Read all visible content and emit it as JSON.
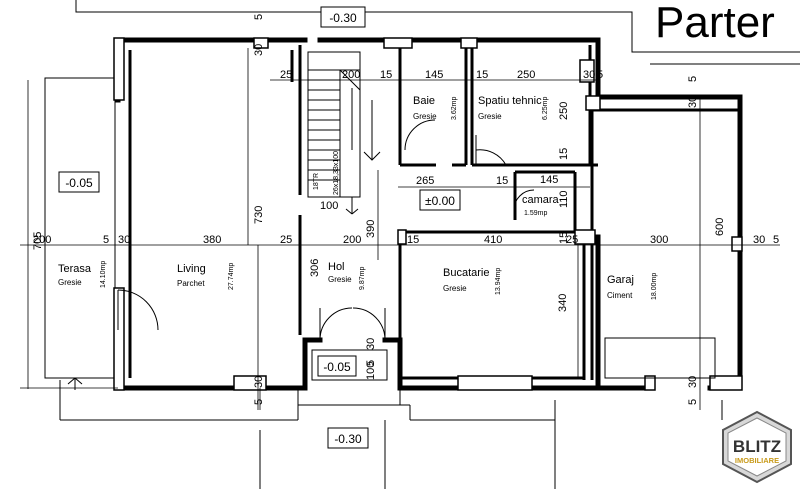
{
  "title": "Parter",
  "levels": {
    "top": "-0.30",
    "bottom": "-0.30",
    "terrace": "-0.05",
    "entrance": "-0.05",
    "hall": "±0.00"
  },
  "rooms": {
    "terasa": {
      "name": "Terasa",
      "floor": "Gresie",
      "area": "14.10mp"
    },
    "living": {
      "name": "Living",
      "floor": "Parchet",
      "area": "27.74mp"
    },
    "hol": {
      "name": "Hol",
      "floor": "Gresie",
      "area": "9.87mp"
    },
    "baie": {
      "name": "Baie",
      "floor": "Gresie",
      "area": "3.62mp"
    },
    "spatiu": {
      "name": "Spatiu tehnic",
      "floor": "Gresie",
      "area": "6.25mp"
    },
    "camara": {
      "name": "camara",
      "area": "1.59mp"
    },
    "bucatarie": {
      "name": "Bucatarie",
      "floor": "Gresie",
      "area": "13.94mp"
    },
    "garaj": {
      "name": "Garaj",
      "floor": "Ciment",
      "area": "18.00mp"
    }
  },
  "stairs": {
    "label1": "18TR",
    "label2": "26x18,33x100",
    "width": "100"
  },
  "dims": {
    "d200a": "200",
    "d5a": "5",
    "d30a": "30",
    "d380": "380",
    "d25a": "25",
    "d200b": "200",
    "d15a": "15",
    "d410": "410",
    "d25b": "25",
    "d300": "300",
    "d30b": "30",
    "d5b": "5",
    "d705": "705",
    "d730": "730",
    "d390": "390",
    "d306": "306",
    "d340": "340",
    "d600": "600",
    "d25c": "25",
    "d200c": "200",
    "d15b": "15",
    "d145a": "145",
    "d15c": "15",
    "d250a": "250",
    "d30c": "30",
    "d5c": "5",
    "d265": "265",
    "d15d": "15",
    "d145b": "145",
    "d250b": "250",
    "d15e": "15",
    "d110": "110",
    "d15f": "15",
    "d100": "100",
    "d5d": "5",
    "d30d": "30",
    "d30e": "30",
    "d5e": "5",
    "d5f": "5",
    "d30f": "30",
    "d30g": "30",
    "d5g": "5",
    "d30h": "30",
    "d5h": "5",
    "d30i": "30",
    "d5i": "5"
  },
  "logo": {
    "line1": "BLITZ",
    "line2": "IMOBILIARE"
  }
}
